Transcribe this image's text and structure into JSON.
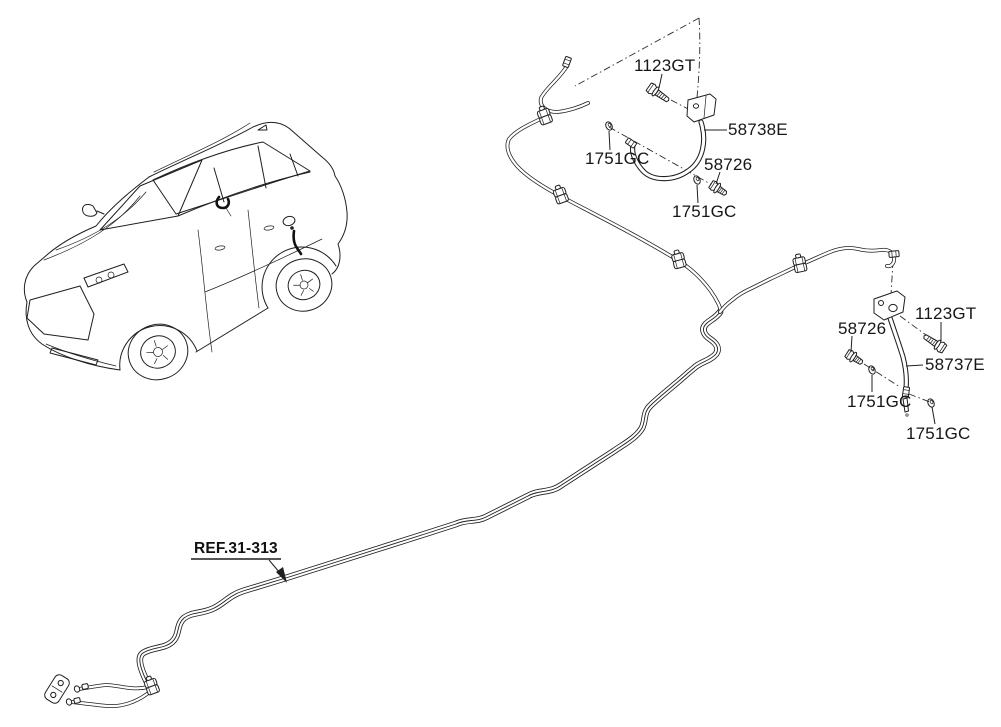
{
  "diagram": {
    "kind": "vehicle-parts-exploded-diagram",
    "background_color": "#ffffff",
    "line_color": "#1f1f1f",
    "vehicle_thumbnail": "suv-line-drawing",
    "callouts": {
      "front_bolt": "1123GT",
      "front_hose": "58738E",
      "front_clip_a": "1751GC",
      "front_screw": "58726",
      "front_clip_b": "1751GC",
      "rear_screw": "58726",
      "rear_bolt": "1123GT",
      "rear_hose": "58737E",
      "rear_clip_a": "1751GC",
      "rear_clip_b": "1751GC",
      "reference_line": "REF.31-313"
    }
  }
}
